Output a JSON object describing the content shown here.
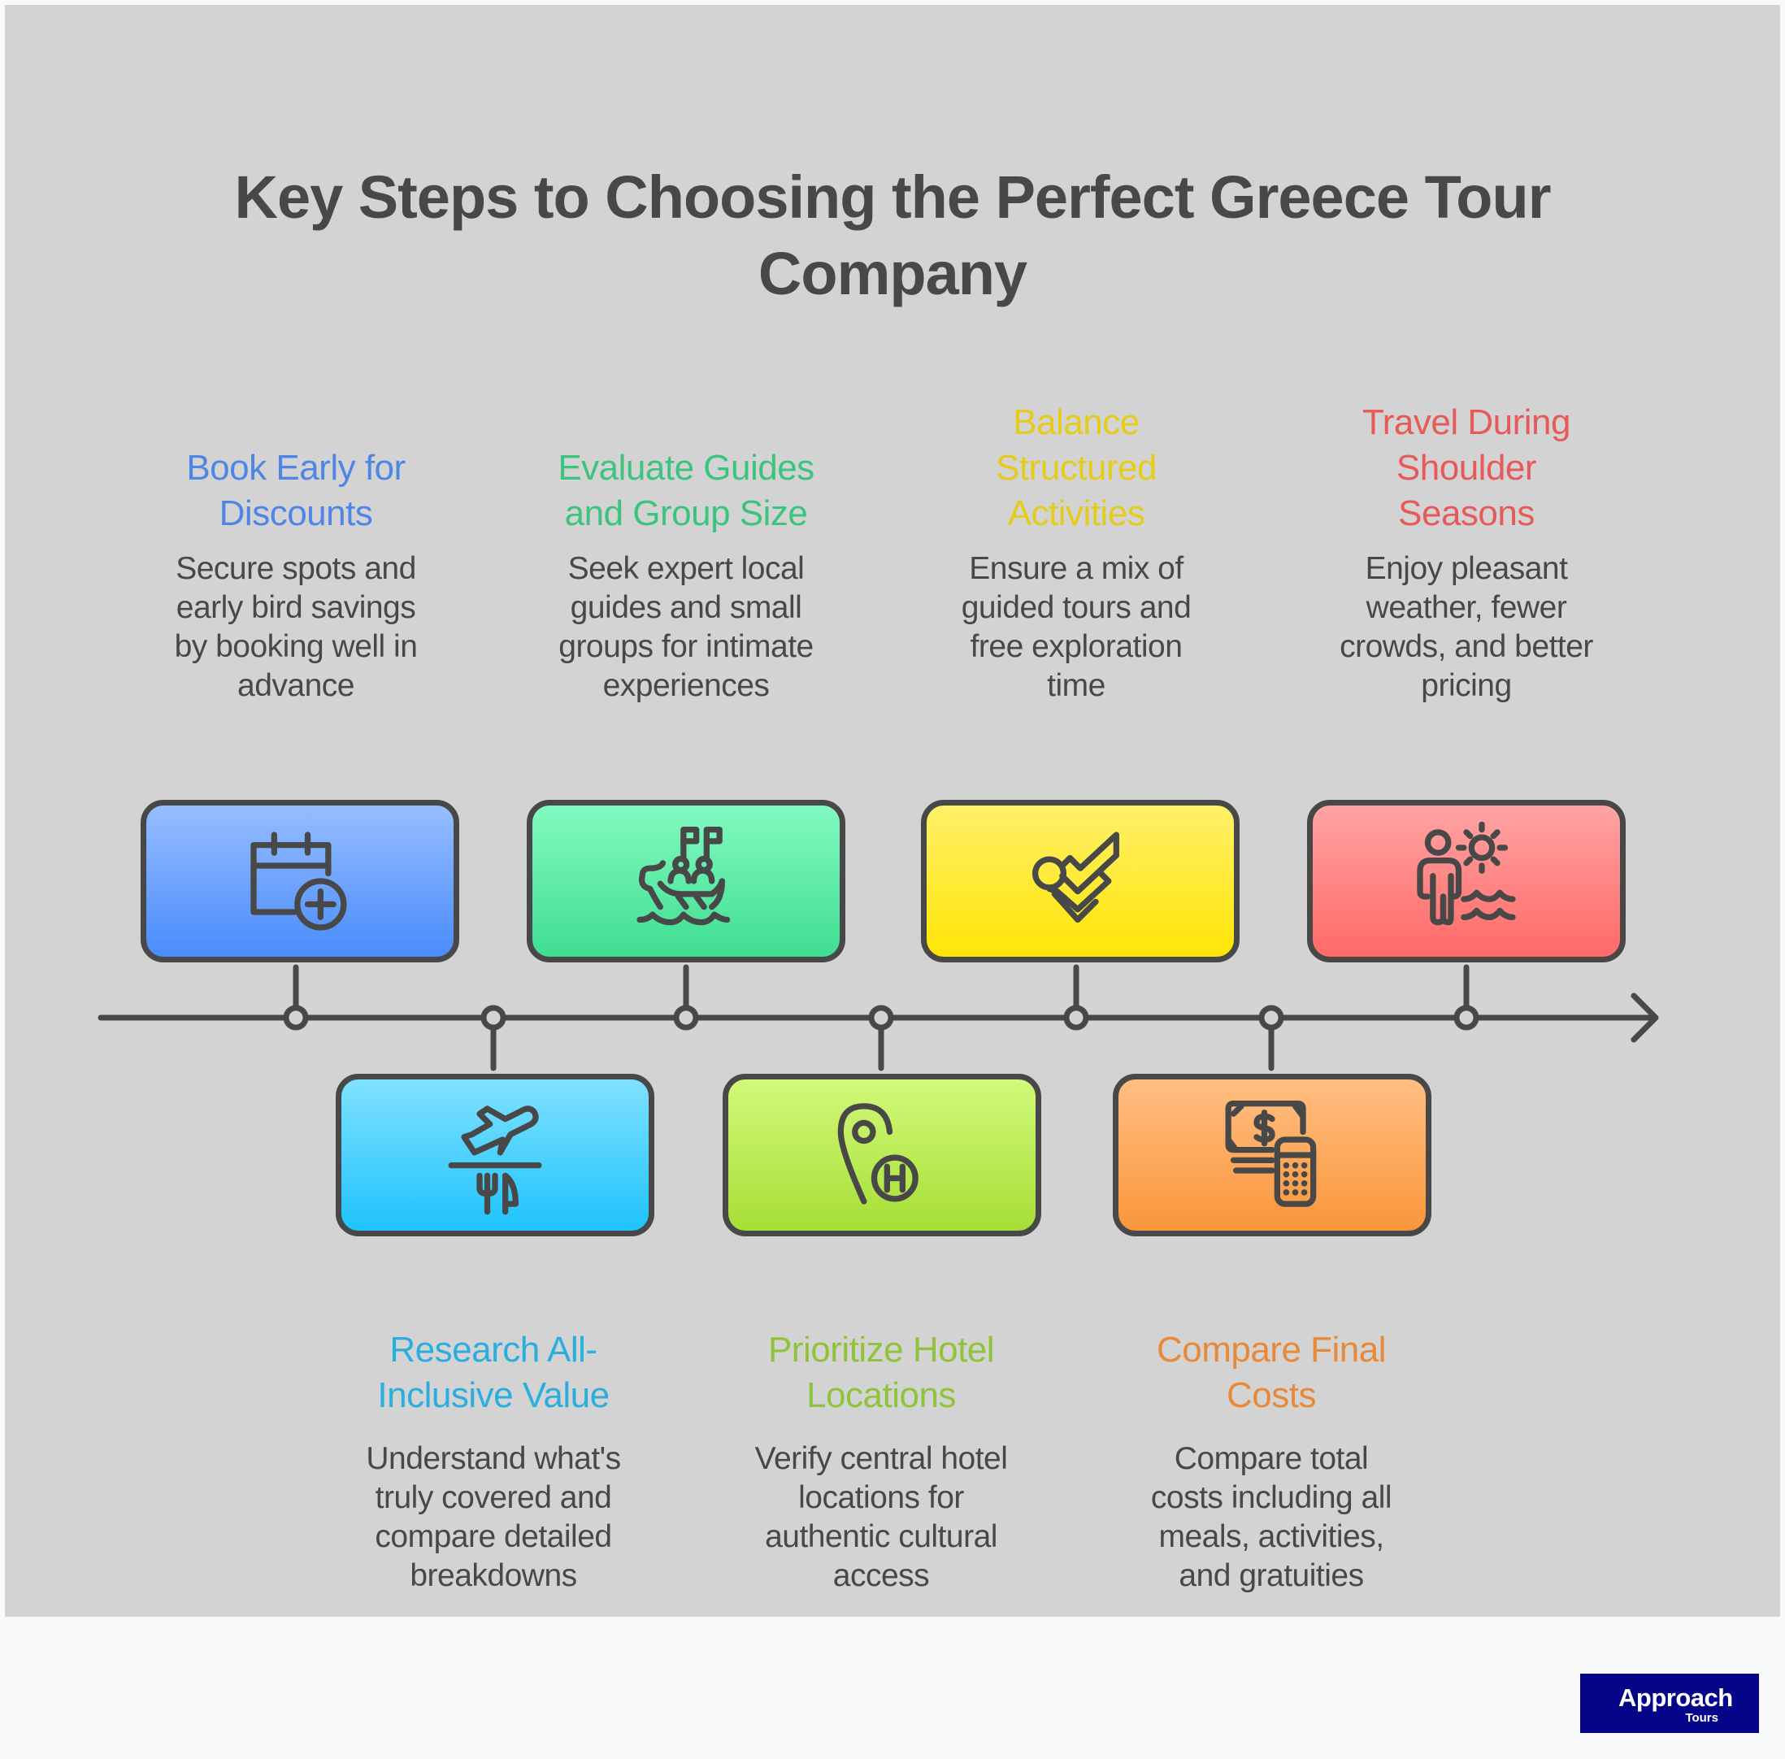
{
  "title": {
    "line1": "Key Steps to Choosing the Perfect Greece Tour",
    "line2": "Company"
  },
  "colors": {
    "panel_bg": "#d3d3d3",
    "page_bg": "#f8f9fa",
    "text_dark": "#484848",
    "logo_bg": "#05058a"
  },
  "steps": [
    {
      "order": 1,
      "position": "above",
      "heading_lines": [
        "Book Early for",
        "Discounts"
      ],
      "body_lines": [
        "Secure spots and",
        "early bird savings",
        "by booking well in",
        "advance"
      ],
      "icon": "calendar-add-icon",
      "heading_color": "#4f86e6",
      "gradient": [
        "#96bdff",
        "#4a8cfb"
      ]
    },
    {
      "order": 2,
      "position": "below",
      "heading_lines": [
        "Research All-",
        "Inclusive Value"
      ],
      "body_lines": [
        "Understand what's",
        "truly covered and",
        "compare detailed",
        "breakdowns"
      ],
      "icon": "flight-meal-icon",
      "heading_color": "#2aaee0",
      "gradient": [
        "#80e1ff",
        "#1ec3fb"
      ]
    },
    {
      "order": 3,
      "position": "above",
      "heading_lines": [
        "Evaluate Guides",
        "and Group Size"
      ],
      "body_lines": [
        "Seek expert local",
        "guides and small",
        "groups for intimate",
        "experiences"
      ],
      "icon": "tour-boat-icon",
      "heading_color": "#3cc47e",
      "gradient": [
        "#82fac1",
        "#40dd91"
      ]
    },
    {
      "order": 4,
      "position": "below",
      "heading_lines": [
        "Prioritize Hotel",
        "Locations"
      ],
      "body_lines": [
        "Verify central hotel",
        "locations for",
        "authentic cultural",
        "access"
      ],
      "icon": "hotel-location-icon",
      "heading_color": "#8fc43a",
      "gradient": [
        "#d2f97a",
        "#a6df36"
      ]
    },
    {
      "order": 5,
      "position": "above",
      "heading_lines": [
        "Balance",
        "Structured",
        "Activities"
      ],
      "body_lines": [
        "Ensure a mix of",
        "guided tours and",
        "free exploration",
        "time"
      ],
      "icon": "balanced-check-icon",
      "heading_color": "#e6cc1a",
      "gradient": [
        "#fff06a",
        "#ffe505"
      ]
    },
    {
      "order": 6,
      "position": "below",
      "heading_lines": [
        "Compare Final",
        "Costs"
      ],
      "body_lines": [
        "Compare total",
        "costs including all",
        "meals, activities,",
        "and gratuities"
      ],
      "icon": "money-calculator-icon",
      "heading_color": "#e8893a",
      "gradient": [
        "#ffbe82",
        "#fa963a"
      ]
    },
    {
      "order": 7,
      "position": "above",
      "heading_lines": [
        "Travel During",
        "Shoulder",
        "Seasons"
      ],
      "body_lines": [
        "Enjoy pleasant",
        "weather, fewer",
        "crowds, and better",
        "pricing"
      ],
      "icon": "person-sun-sea-icon",
      "heading_color": "#e65a5a",
      "gradient": [
        "#ffa4a4",
        "#ff6a66"
      ]
    }
  ],
  "logo": {
    "name": "Approach",
    "sub": "Tours"
  }
}
